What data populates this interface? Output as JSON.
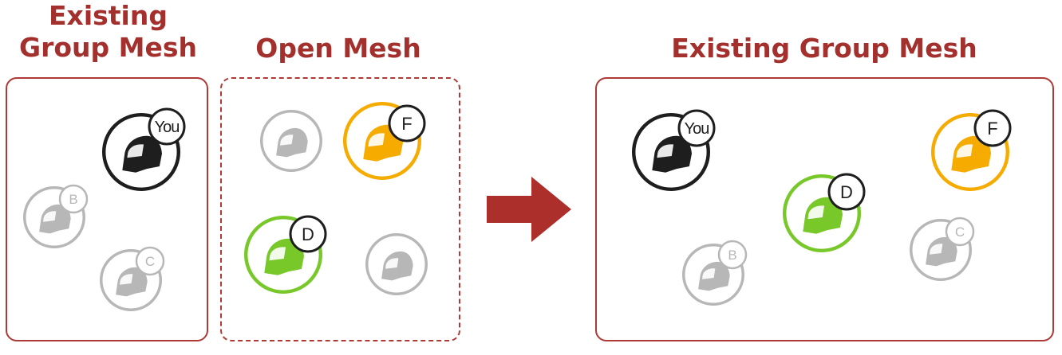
{
  "colors": {
    "title": "#a3302c",
    "border": "#ad3a36",
    "arrow": "#ad2f2b",
    "black": "#1e1e1e",
    "gray": "#b7b7b7",
    "orange": "#f5ab00",
    "green": "#78c82a"
  },
  "panels": {
    "left_title_line1": "Existing",
    "left_title_line2": "Group Mesh",
    "middle_title": "Open Mesh",
    "right_title": "Existing Group Mesh"
  },
  "badges": {
    "you": "You",
    "b": "B",
    "c": "C",
    "d": "D",
    "f": "F"
  },
  "icons": [
    "helmet-icon",
    "right-arrow-icon"
  ]
}
